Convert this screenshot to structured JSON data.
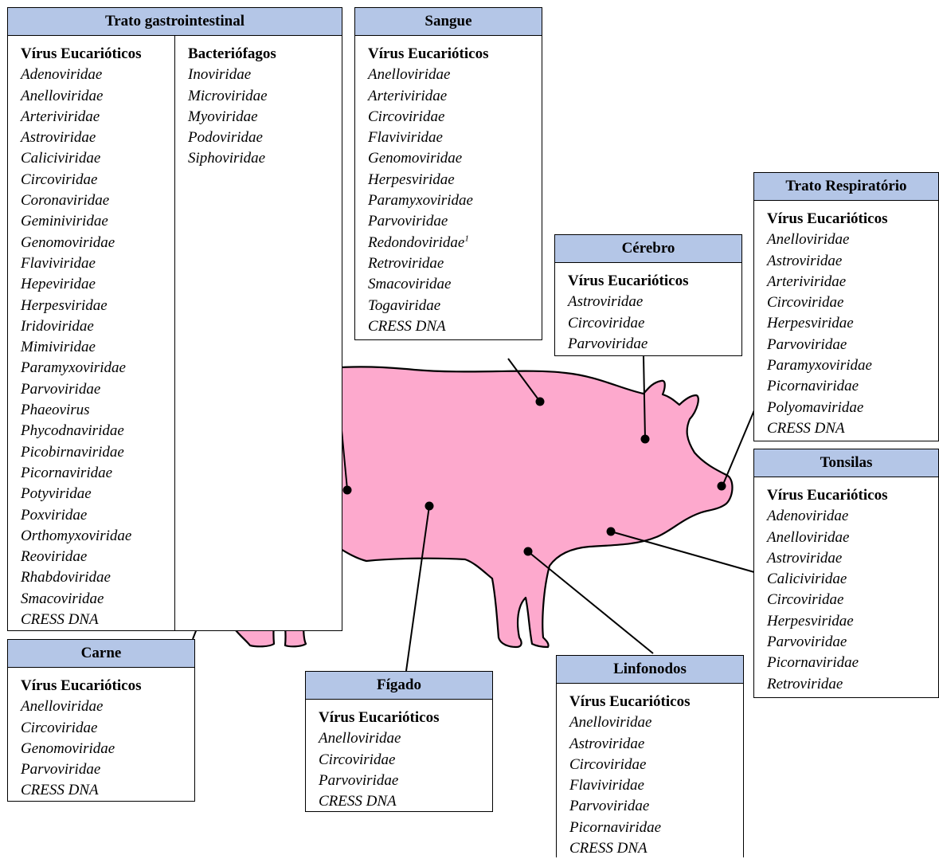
{
  "title": "",
  "colors": {
    "header_fill": "#b4c6e7",
    "pig_fill": "#fda9cd",
    "outline": "#000000"
  },
  "boxes": {
    "gi": {
      "title": "Trato gastrointestinal",
      "col1_label": "Vírus Eucarióticos",
      "col1_items": [
        "Adenoviridae",
        "Anelloviridae",
        "Arteriviridae",
        "Astroviridae",
        "Caliciviridae",
        "Circoviridae",
        "Coronaviridae",
        "Geminiviridae",
        "Genomoviridae",
        "Flaviviridae",
        "Hepeviridae",
        "Herpesviridae",
        "Iridoviridae",
        "Mimiviridae",
        "Paramyxoviridae",
        "Parvoviridae",
        "Phaeovirus",
        "Phycodnaviridae",
        "Picobirnaviridae",
        "Picornaviridae",
        "Potyviridae",
        "Poxviridae",
        "Orthomyxoviridae",
        "Reoviridae",
        "Rhabdoviridae",
        "Smacoviridae",
        "CRESS DNA"
      ],
      "col2_label": "Bacteriófagos",
      "col2_items": [
        "Inoviridae",
        "Microviridae",
        "Myoviridae",
        "Podoviridae",
        "Siphoviridae"
      ]
    },
    "sangue": {
      "title": "Sangue",
      "label": "Vírus Eucarióticos",
      "items": [
        "Anelloviridae",
        "Arteriviridae",
        "Circoviridae",
        "Flaviviridae",
        "Genomoviridae",
        "Herpesviridae",
        "Paramyxoviridae",
        "Parvoviridae",
        "Redondoviridae",
        "Retroviridae",
        "Smacoviridae",
        "Togaviridae",
        "CRESS DNA"
      ],
      "footnote_mark": "1"
    },
    "cerebro": {
      "title": "Cérebro",
      "label": "Vírus Eucarióticos",
      "items": [
        "Astroviridae",
        "Circoviridae",
        "Parvoviridae"
      ]
    },
    "respiratorio": {
      "title": "Trato Respiratório",
      "label": "Vírus Eucarióticos",
      "items": [
        "Anelloviridae",
        "Astroviridae",
        "Arteriviridae",
        "Circoviridae",
        "Herpesviridae",
        "Parvoviridae",
        "Paramyxoviridae",
        "Picornaviridae",
        "Polyomaviridae",
        "CRESS DNA"
      ]
    },
    "tonsilas": {
      "title": "Tonsilas",
      "label": "Vírus Eucarióticos",
      "items": [
        "Adenoviridae",
        "Anelloviridae",
        "Astroviridae",
        "Caliciviridae",
        "Circoviridae",
        "Herpesviridae",
        "Parvoviridae",
        "Picornaviridae",
        "Retroviridae"
      ]
    },
    "carne": {
      "title": "Carne",
      "label": "Vírus Eucarióticos",
      "items": [
        "Anelloviridae",
        "Circoviridae",
        "Genomoviridae",
        "Parvoviridae",
        "CRESS DNA"
      ]
    },
    "figado": {
      "title": "Fígado",
      "label": "Vírus Eucarióticos",
      "items": [
        "Anelloviridae",
        "Circoviridae",
        "Parvoviridae",
        "CRESS DNA"
      ]
    },
    "linfonodos": {
      "title": "Linfonodos",
      "label": "Vírus Eucarióticos",
      "items": [
        "Anelloviridae",
        "Astroviridae",
        "Circoviridae",
        "Flaviviridae",
        "Parvoviridae",
        "Picornaviridae",
        "CRESS DNA"
      ]
    }
  }
}
